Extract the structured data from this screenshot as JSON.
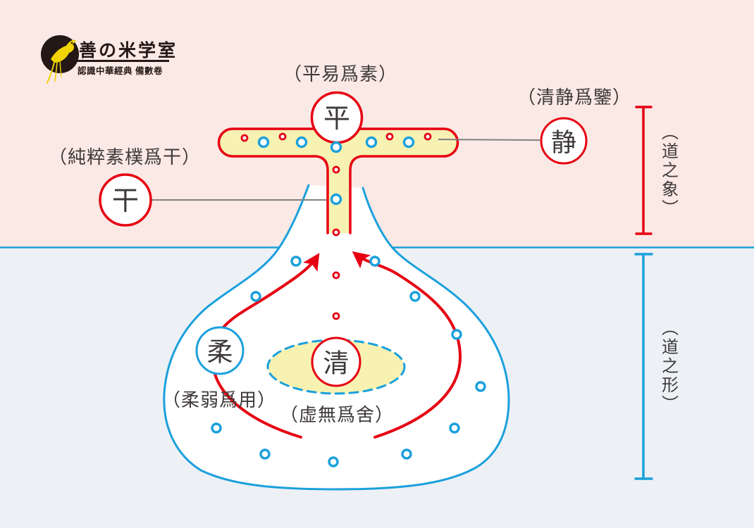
{
  "logo": {
    "brand": "善の米学室",
    "tagline": "認識中華經典 備數卷",
    "icon": "bird-logo-icon",
    "badge_color": "#231815",
    "bird_color": "#F2D303"
  },
  "captions": {
    "ping": "（平易爲素）",
    "jing": "（清静爲鑒）",
    "gan": "（純粹素樸爲干）",
    "rou": "（柔弱爲用）",
    "xu": "（虚無爲舍）"
  },
  "nodes": {
    "ping": "平",
    "jing": "静",
    "gan": "干",
    "rou": "柔",
    "qing": "清"
  },
  "brackets": {
    "upper": "（道之象）",
    "lower": "（道之形）"
  },
  "colors": {
    "red": "#E60012",
    "blue": "#1BA0DC",
    "yellow": "#F7F2B2",
    "bg_top": "#FBE9E5",
    "bg_bottom": "#EDF1F6",
    "text": "#3E3A39",
    "connector_gray": "#808080"
  }
}
